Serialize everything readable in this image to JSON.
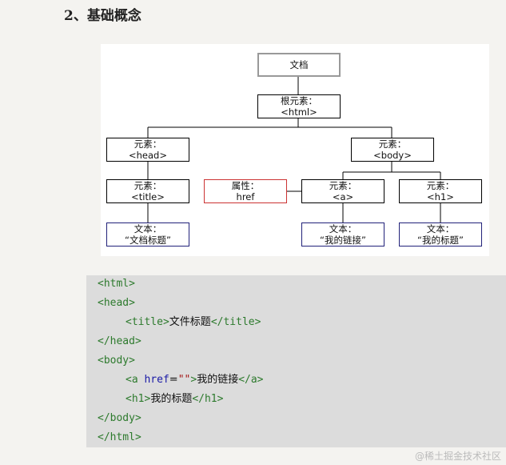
{
  "heading": "2、基础概念",
  "diagram": {
    "document": "文档",
    "root": {
      "l1": "根元素：",
      "l2": "<html>"
    },
    "head": {
      "l1": "元素：",
      "l2": "<head>"
    },
    "body": {
      "l1": "元素：",
      "l2": "<body>"
    },
    "title": {
      "l1": "元素：",
      "l2": "<title>"
    },
    "attr": {
      "l1": "属性：",
      "l2": "href"
    },
    "a": {
      "l1": "元素：",
      "l2": "<a>"
    },
    "h1": {
      "l1": "元素：",
      "l2": "<h1>"
    },
    "text_title": {
      "l1": "文本：",
      "l2": "“文档标题”"
    },
    "text_a": {
      "l1": "文本：",
      "l2": "“我的链接”"
    },
    "text_h1": {
      "l1": "文本：",
      "l2": "“我的标题”"
    }
  },
  "code": {
    "html_open": "<html>",
    "head_open": "<head>",
    "title_open": "<title>",
    "title_text": "文件标题",
    "title_close": "</title>",
    "head_close": "</head>",
    "body_open": "<body>",
    "a_open": "<a ",
    "a_attr": "href",
    "a_eq": "=",
    "a_val": "\"\"",
    "a_gt": ">",
    "a_text": "我的链接",
    "a_close": "</a>",
    "h1_open": "<h1>",
    "h1_text": "我的标题",
    "h1_close": "</h1>",
    "body_close": "</body>",
    "html_close": "</html>"
  },
  "watermark": "@稀土掘金技术社区"
}
